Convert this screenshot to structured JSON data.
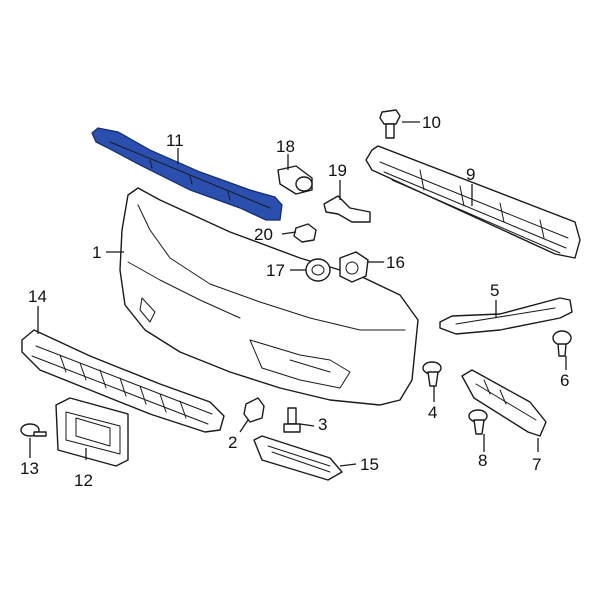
{
  "highlight_color": "#2b4fae",
  "line_color": "#1a1a1a",
  "callouts": {
    "p1": "1",
    "p2": "2",
    "p3": "3",
    "p4": "4",
    "p5": "5",
    "p6": "6",
    "p7": "7",
    "p8": "8",
    "p9": "9",
    "p10": "10",
    "p11": "11",
    "p12": "12",
    "p13": "13",
    "p14": "14",
    "p15": "15",
    "p16": "16",
    "p17": "17",
    "p18": "18",
    "p19": "19",
    "p20": "20"
  },
  "highlighted_part": "11"
}
